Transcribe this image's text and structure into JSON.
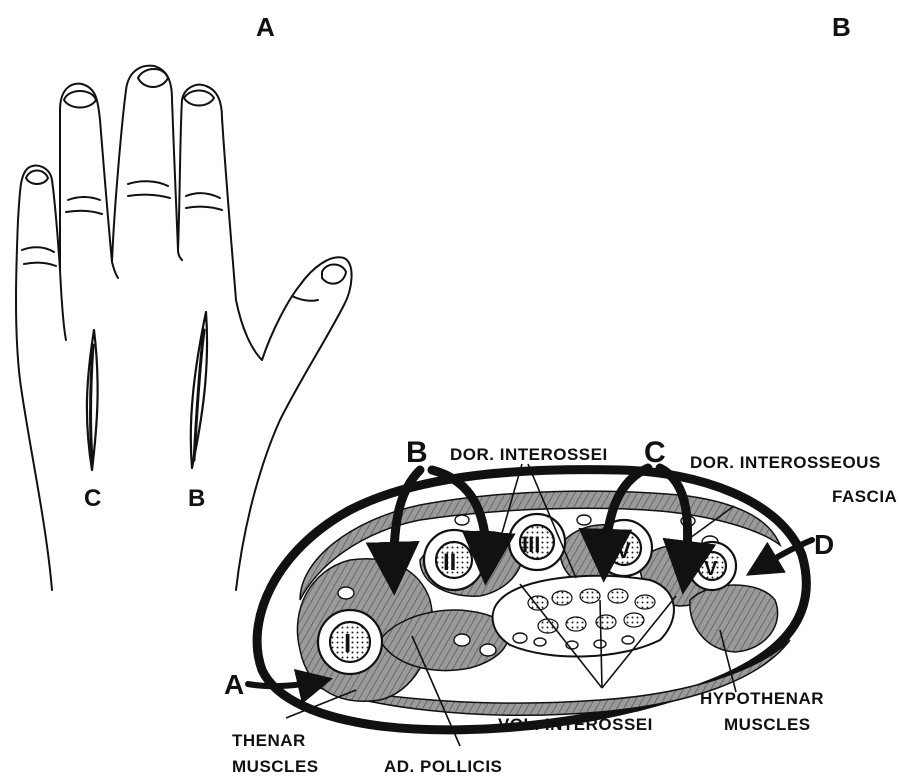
{
  "panels": {
    "a": "A",
    "b": "B"
  },
  "hand": {
    "incision_c": "C",
    "incision_b": "B"
  },
  "section": {
    "arrow_a": "A",
    "arrow_b": "B",
    "arrow_c": "C",
    "arrow_d": "D",
    "metacarpals": {
      "i": "I",
      "ii": "II",
      "iii": "III",
      "iv": "IV",
      "v": "V"
    },
    "labels": {
      "dor_interossei": "DOR. INTEROSSEI",
      "dor_interosseous_1": "DOR. INTEROSSEOUS",
      "dor_interosseous_2": "FASCIA",
      "hypothenar_1": "HYPOTHENAR",
      "hypothenar_2": "MUSCLES",
      "vol_interossei": "VOL. INTEROSSEI",
      "thenar_1": "THENAR",
      "thenar_2": "MUSCLES",
      "ad_pollicis": "AD. POLLICIS"
    }
  },
  "colors": {
    "ink": "#111111",
    "muscle": "#8a8a8a",
    "paper": "#ffffff"
  }
}
